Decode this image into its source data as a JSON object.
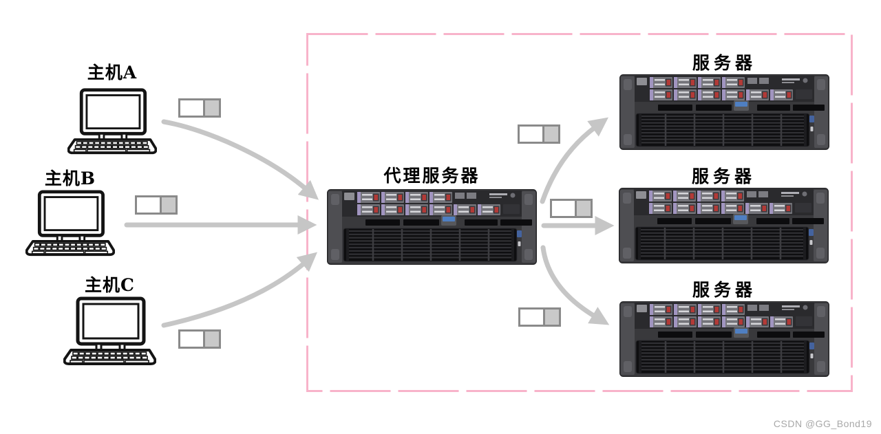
{
  "diagram": {
    "hosts": [
      {
        "id": "host-a",
        "label": "主机A"
      },
      {
        "id": "host-b",
        "label": "主机B"
      },
      {
        "id": "host-c",
        "label": "主机C"
      }
    ],
    "proxy": {
      "label": "代理服务器"
    },
    "servers": [
      {
        "id": "server-1",
        "label": "服务器"
      },
      {
        "id": "server-2",
        "label": "服务器"
      },
      {
        "id": "server-3",
        "label": "服务器"
      }
    ],
    "packet_count": 6,
    "arrows": [
      "host-a-to-proxy",
      "host-b-to-proxy",
      "host-c-to-proxy",
      "proxy-to-server-1",
      "proxy-to-server-2",
      "proxy-to-server-3"
    ]
  },
  "icons": {
    "host": "laptop-icon",
    "proxy": "rack-server-icon",
    "server": "rack-server-icon",
    "packet": "packet-icon",
    "arrow": "arrow-connector"
  },
  "colors": {
    "boundary_pink": "#f8b3ca",
    "arrow_gray": "#c6c6c6",
    "packet_border_gray": "#8a8a8a",
    "packet_fill_gray": "#c9c9c9",
    "label_black": "#000000",
    "watermark_gray": "#a8a8a8"
  },
  "watermark": "CSDN @GG_Bond19"
}
